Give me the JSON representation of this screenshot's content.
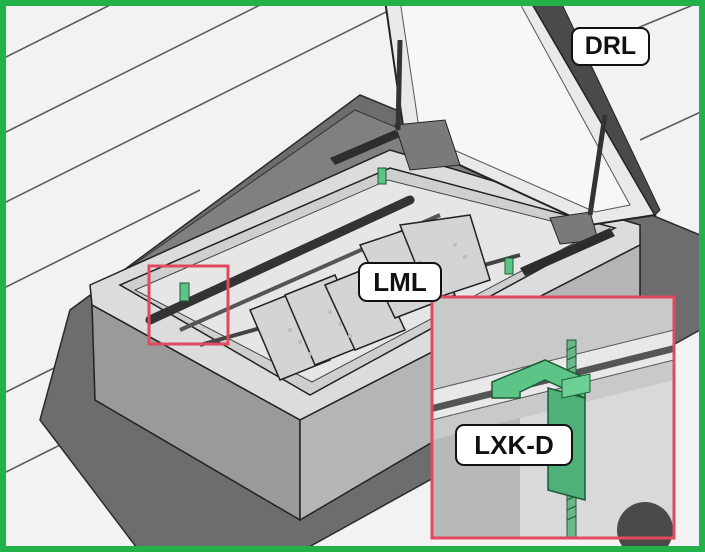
{
  "labels": {
    "drl": "DRL",
    "lml": "LML",
    "lxk_d": "LXK-D"
  },
  "colors": {
    "frame_border": "#22b24c",
    "highlight_box": "#e04a5c",
    "bracket_green": "#5cc486",
    "roof_membrane": "#6f6f6f",
    "curb_frame": "#e8e8e8"
  },
  "icons": {
    "hatch": "roof-hatch-illustration",
    "bracket": "lxk-d-clamp-bracket"
  }
}
